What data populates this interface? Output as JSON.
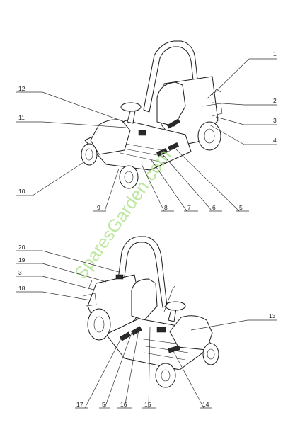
{
  "watermark": "SparesGarden.com",
  "colors": {
    "watermark": "#a6e07f",
    "ink": "#1a1a1a",
    "background": "#ffffff"
  },
  "diagrams": [
    {
      "view": "upper",
      "callouts": [
        "1",
        "2",
        "3",
        "4",
        "5",
        "6",
        "7",
        "8",
        "9",
        "10",
        "11",
        "12"
      ]
    },
    {
      "view": "lower",
      "callouts": [
        "20",
        "19",
        "3",
        "18",
        "13",
        "17",
        "5",
        "16",
        "15",
        "14"
      ]
    }
  ]
}
